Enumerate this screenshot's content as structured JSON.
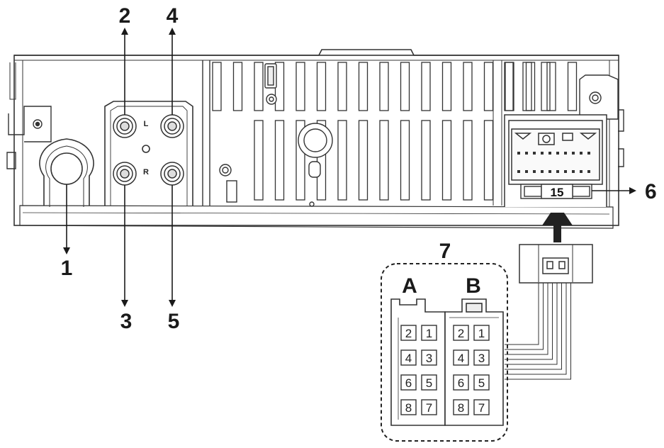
{
  "callouts": {
    "c1": "1",
    "c2": "2",
    "c3": "3",
    "c4": "4",
    "c5": "5",
    "c6": "6",
    "c7": "7"
  },
  "rca": {
    "left_label": "L",
    "right_label": "R"
  },
  "fuse": {
    "rating": "15"
  },
  "connector": {
    "block_a_label": "A",
    "block_b_label": "B",
    "block_a_pins": [
      "2",
      "1",
      "4",
      "3",
      "6",
      "5",
      "8",
      "7"
    ],
    "block_b_pins": [
      "2",
      "1",
      "4",
      "3",
      "6",
      "5",
      "8",
      "7"
    ]
  }
}
